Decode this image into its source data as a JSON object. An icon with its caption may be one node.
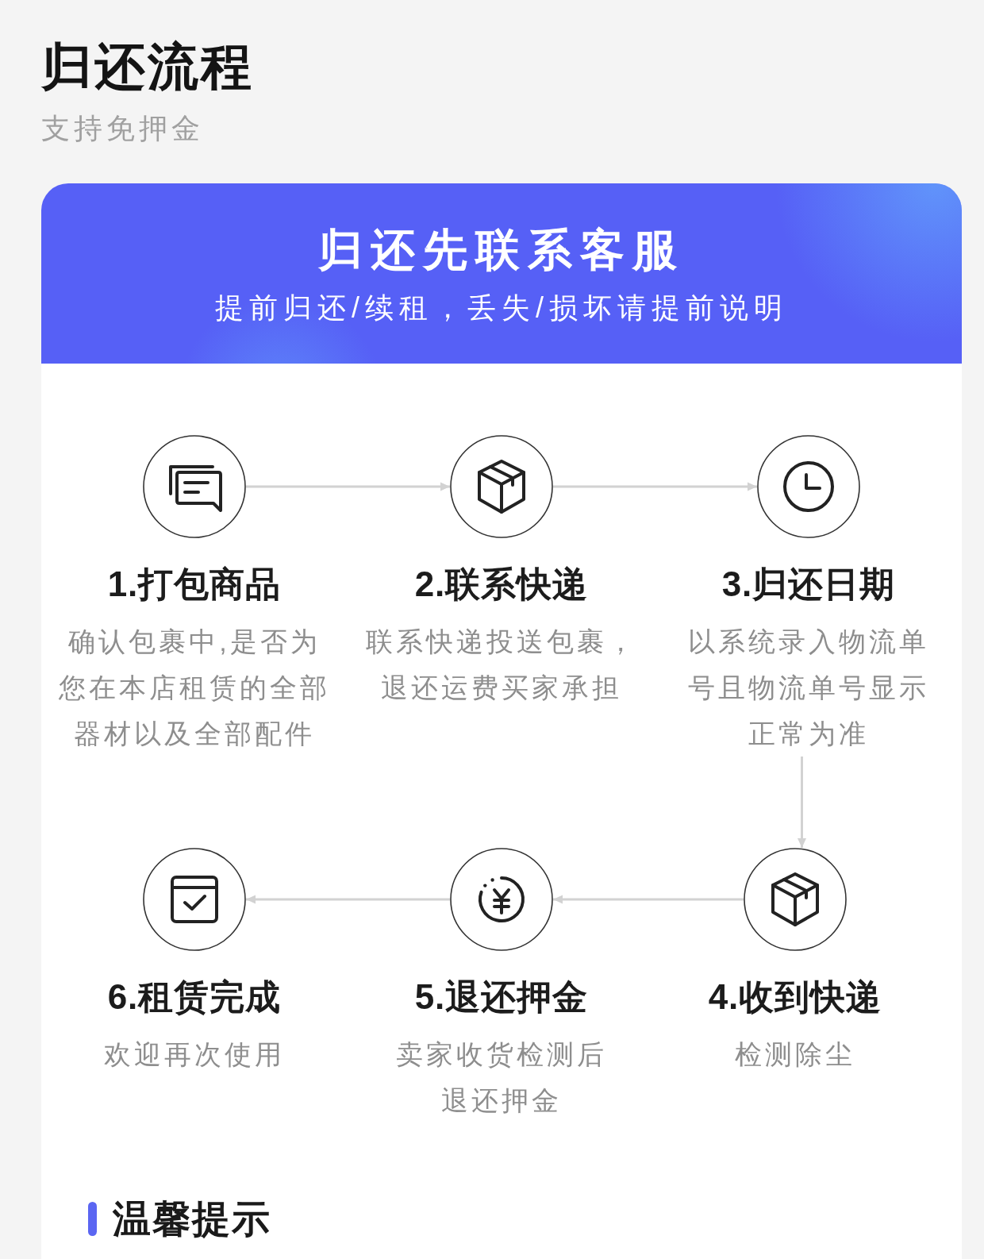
{
  "diagram": {
    "title": "归还流程",
    "nodes": [
      {
        "text": [
          "归还先联系客服",
          "提前归还/续租，丢失/损坏请提前说明"
        ]
      },
      {
        "text": [
          "1.打包商品",
          "确认包裹中,是否为您在本店租赁的全部器材以及全部配件"
        ],
        "in": 0
      },
      {
        "text": [
          "2.联系快递",
          "联系快递投送包裹，退还运费买家承担"
        ],
        "in": 0
      },
      {
        "text": [
          "3.归还日期",
          "以系统录入物流单号且物流单号显示正常为准"
        ],
        "in": 0
      },
      {
        "text": [
          "4.收到快递",
          "检测除尘"
        ],
        "in": 0
      },
      {
        "text": [
          "5.退还押金",
          "卖家收货检测后退还押金"
        ],
        "in": 0
      },
      {
        "text": [
          "6.租赁完成",
          "欢迎再次使用"
        ],
        "in": 0
      }
    ],
    "edges": [
      {
        "from": 1,
        "to": 2,
        "arrow": "to"
      },
      {
        "from": 2,
        "to": 3,
        "arrow": "to"
      },
      {
        "from": 3,
        "to": 4,
        "arrow": "to"
      },
      {
        "from": 4,
        "to": 5,
        "arrow": "to"
      },
      {
        "from": 5,
        "to": 6,
        "arrow": "to"
      }
    ],
    "labels": [
      "支持免押金",
      "温馨提示"
    ]
  }
}
